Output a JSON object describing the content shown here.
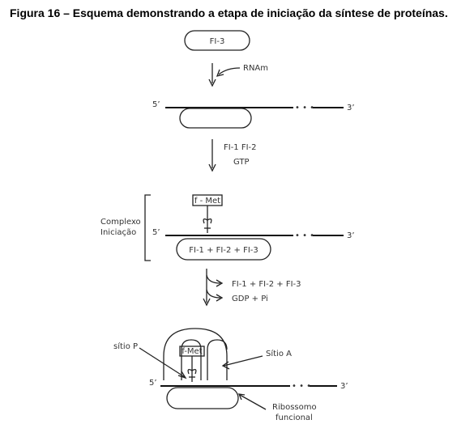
{
  "title": "Figura 16 – Esquema demonstrando a etapa de iniciação da síntese de proteínas.",
  "stage1": {
    "factor": "FI-3",
    "mrna": "RNAm",
    "five": "5’",
    "three": "3’",
    "dots": "• • •"
  },
  "step1": {
    "factors": "FI-1   FI-2",
    "gtp": "GTP"
  },
  "complex": {
    "label_line1": "Complexo",
    "label_line2": "Iniciação",
    "fmet": "f - Met",
    "five": "5’",
    "three": "3’",
    "dots": "• • •",
    "subunit": "FI-1 + FI-2 + FI-3"
  },
  "step2": {
    "released": "FI-1 + FI-2 + FI-3",
    "gdp": "GDP + Pi"
  },
  "ribosome": {
    "site_p": "sítio P",
    "site_a": "Sítio A",
    "fmet": "f-Met",
    "five": "5’",
    "three": "3’",
    "dots": "• • •",
    "label_line1": "Ribossomo",
    "label_line2": "funcional"
  },
  "colors": {
    "ink": "#222222",
    "background": "#ffffff"
  }
}
